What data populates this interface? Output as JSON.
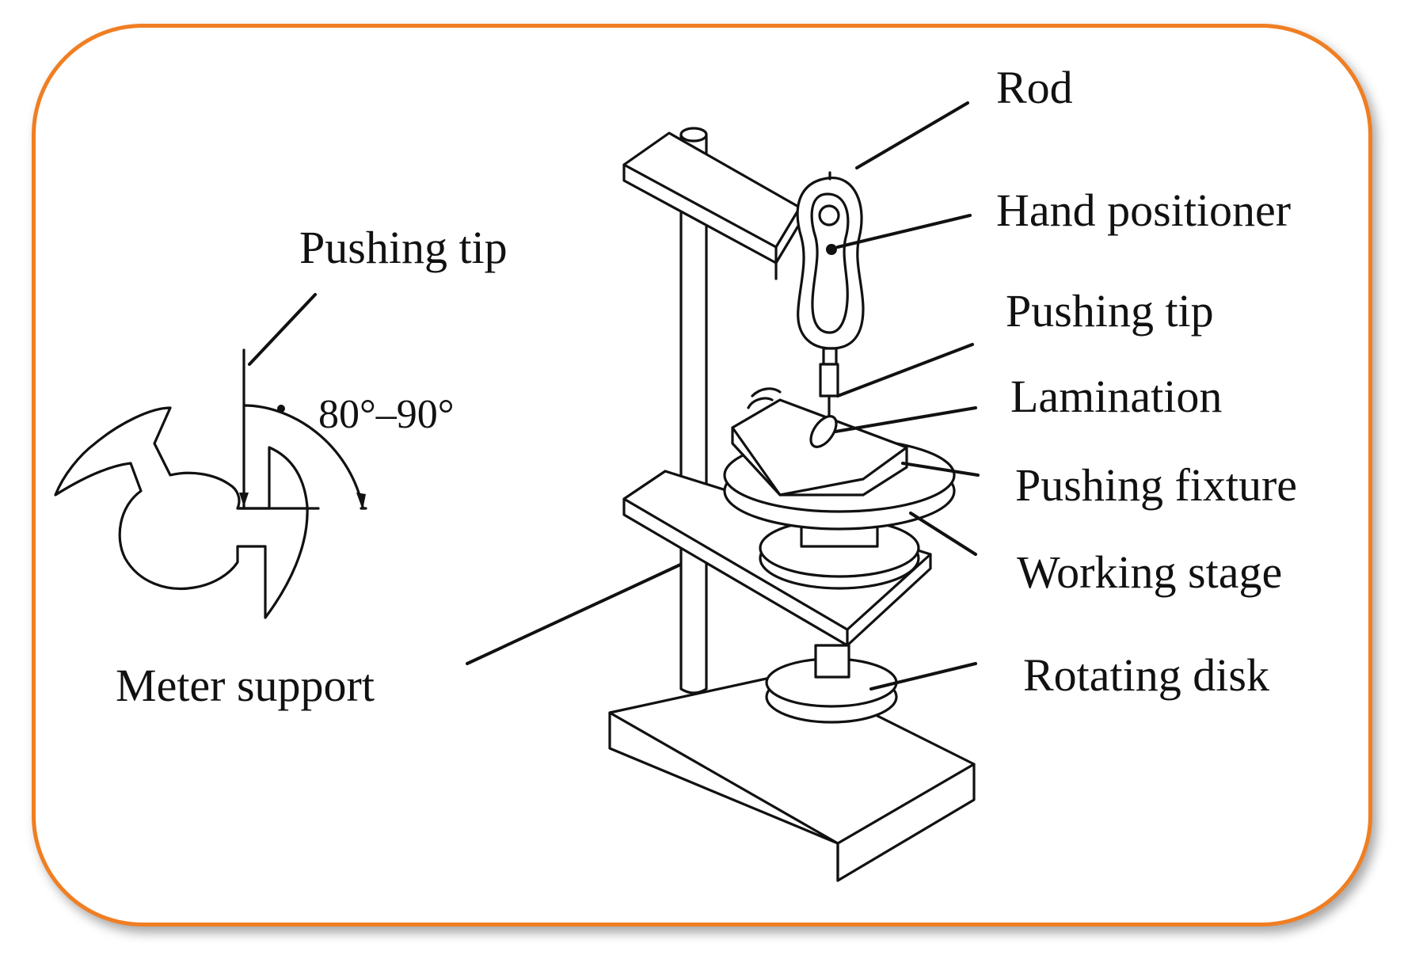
{
  "frame_color": "#f07e22",
  "detail": {
    "pushing_tip_label": "Pushing  tip",
    "angle_label": "80°–90°",
    "meter_support_label": "Meter support"
  },
  "apparatus": {
    "labels": {
      "rod": "Rod",
      "hand_positioner": "Hand positioner",
      "pushing_tip": "Pushing  tip",
      "lamination": "Lamination",
      "pushing_fixture": "Pushing  fixture",
      "working_stage": "Working  stage",
      "rotating_disk": "Rotating  disk"
    }
  }
}
